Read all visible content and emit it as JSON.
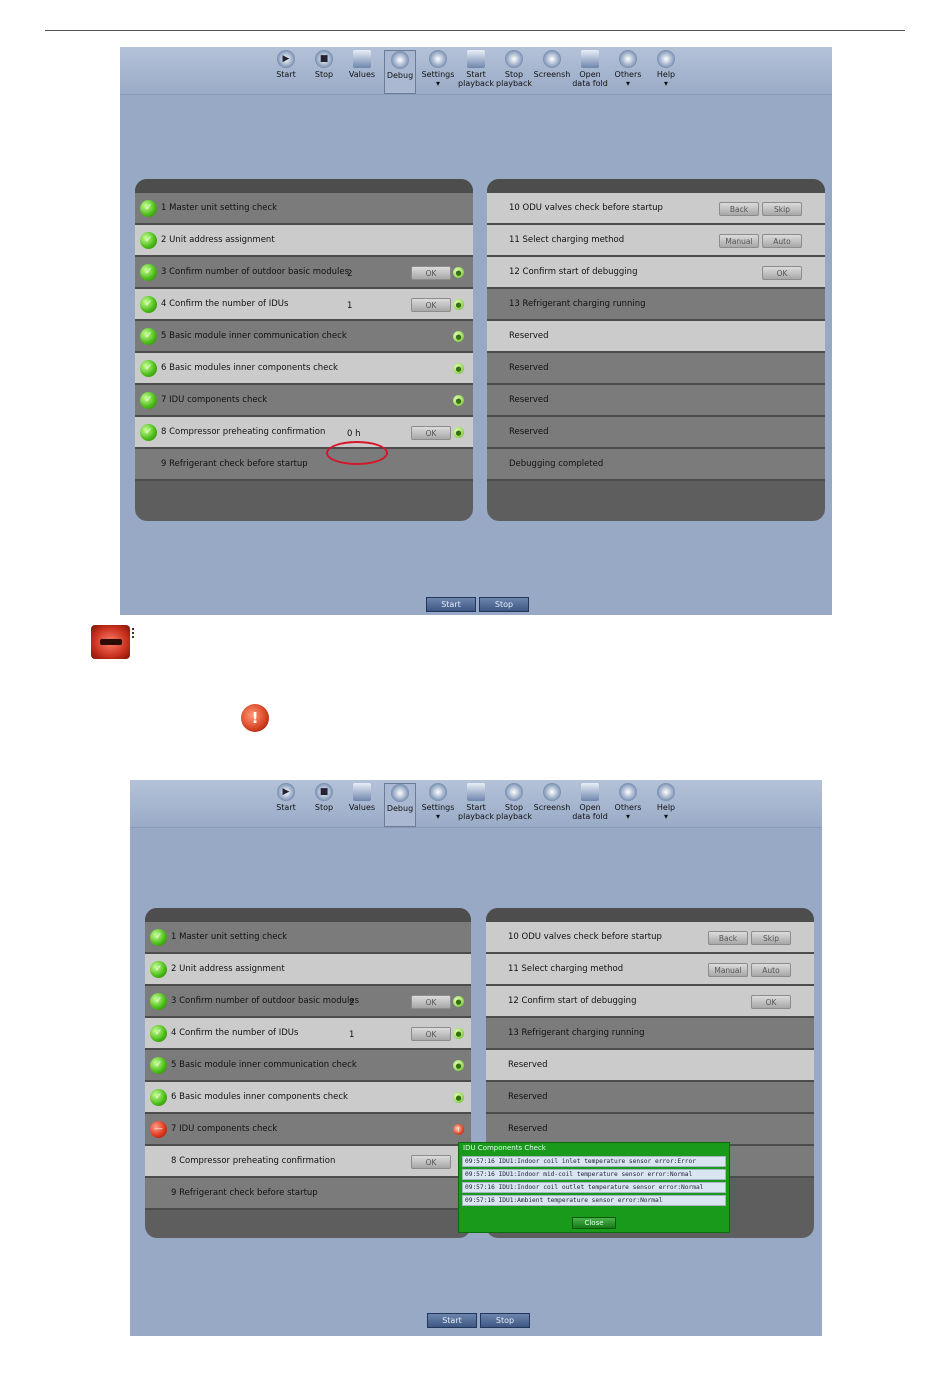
{
  "toolbar": [
    {
      "label": "Start",
      "icon": "start-icon"
    },
    {
      "label": "Stop",
      "icon": "stop-icon"
    },
    {
      "label": "Values",
      "icon": "values-icon"
    },
    {
      "label": "Debug",
      "icon": "debug-icon",
      "active": true
    },
    {
      "label": "Settings\n▾",
      "icon": "settings-icon"
    },
    {
      "label": "Start\nplayback",
      "icon": "playback-start-icon"
    },
    {
      "label": "Stop\nplayback",
      "icon": "playback-stop-icon"
    },
    {
      "label": "Screensh",
      "icon": "screenshot-icon"
    },
    {
      "label": "Open\ndata fold",
      "icon": "folder-icon"
    },
    {
      "label": "Others\n▾",
      "icon": "others-icon"
    },
    {
      "label": "Help\n▾",
      "icon": "help-icon"
    }
  ],
  "screen1": {
    "left_rows": [
      {
        "label": "1 Master unit setting check",
        "status": "ok"
      },
      {
        "label": "2 Unit address assignment",
        "status": "ok"
      },
      {
        "label": "3 Confirm number of outdoor basic modules",
        "status": "ok",
        "value": "2",
        "button": "OK",
        "led": true
      },
      {
        "label": "4 Confirm the number of IDUs",
        "status": "ok",
        "value": "1",
        "button": "OK",
        "led": true
      },
      {
        "label": "5 Basic module inner communication check",
        "status": "ok",
        "led": true
      },
      {
        "label": "6 Basic modules inner components check",
        "status": "ok",
        "led": true
      },
      {
        "label": "7 IDU components check",
        "status": "ok",
        "led": true
      },
      {
        "label": "8 Compressor preheating confirmation",
        "status": "ok",
        "value": "0 h",
        "button": "OK",
        "led": true
      },
      {
        "label": "9 Refrigerant check before startup",
        "status": "none"
      }
    ],
    "right_rows": [
      {
        "label": "10 ODU valves check before startup",
        "buttons": [
          "Back",
          "Skip"
        ]
      },
      {
        "label": "11 Select charging method",
        "buttons": [
          "Manual",
          "Auto"
        ]
      },
      {
        "label": "12 Confirm start of debugging",
        "buttons": [
          "OK"
        ]
      },
      {
        "label": "13 Refrigerant charging running",
        "buttons": []
      },
      {
        "label": "Reserved",
        "buttons": []
      },
      {
        "label": "Reserved",
        "buttons": []
      },
      {
        "label": "Reserved",
        "buttons": []
      },
      {
        "label": "Reserved",
        "buttons": []
      },
      {
        "label": "Debugging completed",
        "buttons": []
      }
    ],
    "start_label": "Start",
    "stop_label": "Stop"
  },
  "screen2": {
    "left_rows": [
      {
        "label": "1 Master unit setting check",
        "status": "ok"
      },
      {
        "label": "2 Unit address assignment",
        "status": "ok"
      },
      {
        "label": "3 Confirm number of outdoor basic modules",
        "status": "ok",
        "value": "2",
        "button": "OK",
        "led": true
      },
      {
        "label": "4 Confirm the number of IDUs",
        "status": "ok",
        "value": "1",
        "button": "OK",
        "led": true
      },
      {
        "label": "5 Basic module inner communication check",
        "status": "ok",
        "led": true
      },
      {
        "label": "6 Basic modules inner components check",
        "status": "ok",
        "led": true
      },
      {
        "label": "7 IDU components check",
        "status": "err",
        "led": "warn"
      },
      {
        "label": "8 Compressor preheating confirmation",
        "status": "none",
        "button": "OK"
      },
      {
        "label": "9 Refrigerant check before startup",
        "status": "none"
      }
    ],
    "right_rows": [
      {
        "label": "10 ODU valves check before startup",
        "buttons": [
          "Back",
          "Skip"
        ]
      },
      {
        "label": "11 Select charging method",
        "buttons": [
          "Manual",
          "Auto"
        ]
      },
      {
        "label": "12 Confirm start of debugging",
        "buttons": [
          "OK"
        ]
      },
      {
        "label": "13 Refrigerant charging running",
        "buttons": []
      },
      {
        "label": "Reserved",
        "buttons": []
      },
      {
        "label": "Reserved",
        "buttons": []
      },
      {
        "label": "Reserved",
        "buttons": []
      },
      {
        "label": "",
        "buttons": []
      }
    ],
    "popup": {
      "title": "IDU Components Check",
      "lines": [
        "09:57:16 IDU1:Indoor coil inlet temperature sensor error:Error",
        "09:57:16 IDU1:Indoor mid-coil temperature sensor error:Normal",
        "09:57:16 IDU1:Indoor coil outlet temperature sensor error:Normal",
        "09:57:16 IDU1:Ambient temperature sensor error:Normal"
      ],
      "close_label": "Close"
    },
    "start_label": "Start",
    "stop_label": "Stop"
  },
  "colors": {
    "screen_bg": "#98a9c6",
    "ok_green": "#4fbf1a",
    "error_red": "#e03a20",
    "popup_green": "#1a9a1a",
    "highlight_circle": "#d4162a"
  }
}
